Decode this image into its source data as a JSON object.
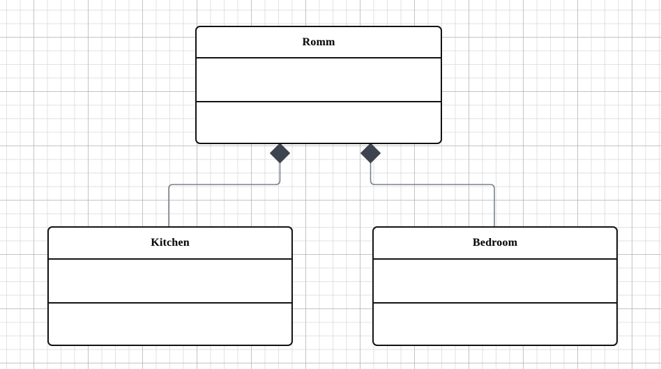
{
  "diagram": {
    "type": "uml-class-diagram",
    "background": {
      "grid": "true",
      "minor_grid_color": "#d8d8d8",
      "major_grid_color": "#aaaaaa",
      "canvas_color": "#ffffff"
    },
    "style": {
      "class_border_color": "#121212",
      "class_fill_color": "#ffffff",
      "edge_color": "#7b828c",
      "diamond_color": "#3d434f",
      "title_color": "#0a0a0a"
    },
    "classes": [
      {
        "id": "romm",
        "name": "Romm",
        "attributes": [],
        "operations": [],
        "compartments": 3
      },
      {
        "id": "kitchen",
        "name": "Kitchen",
        "attributes": [],
        "operations": [],
        "compartments": 3
      },
      {
        "id": "bedroom",
        "name": "Bedroom",
        "attributes": [],
        "operations": [],
        "compartments": 3
      }
    ],
    "relationships": [
      {
        "id": "romm-kitchen",
        "kind": "composition",
        "marker": "filled-diamond",
        "source": "Romm",
        "target": "Kitchen",
        "source_label": "",
        "target_label": ""
      },
      {
        "id": "romm-bedroom",
        "kind": "composition",
        "marker": "filled-diamond",
        "source": "Romm",
        "target": "Bedroom",
        "source_label": "",
        "target_label": ""
      }
    ]
  }
}
